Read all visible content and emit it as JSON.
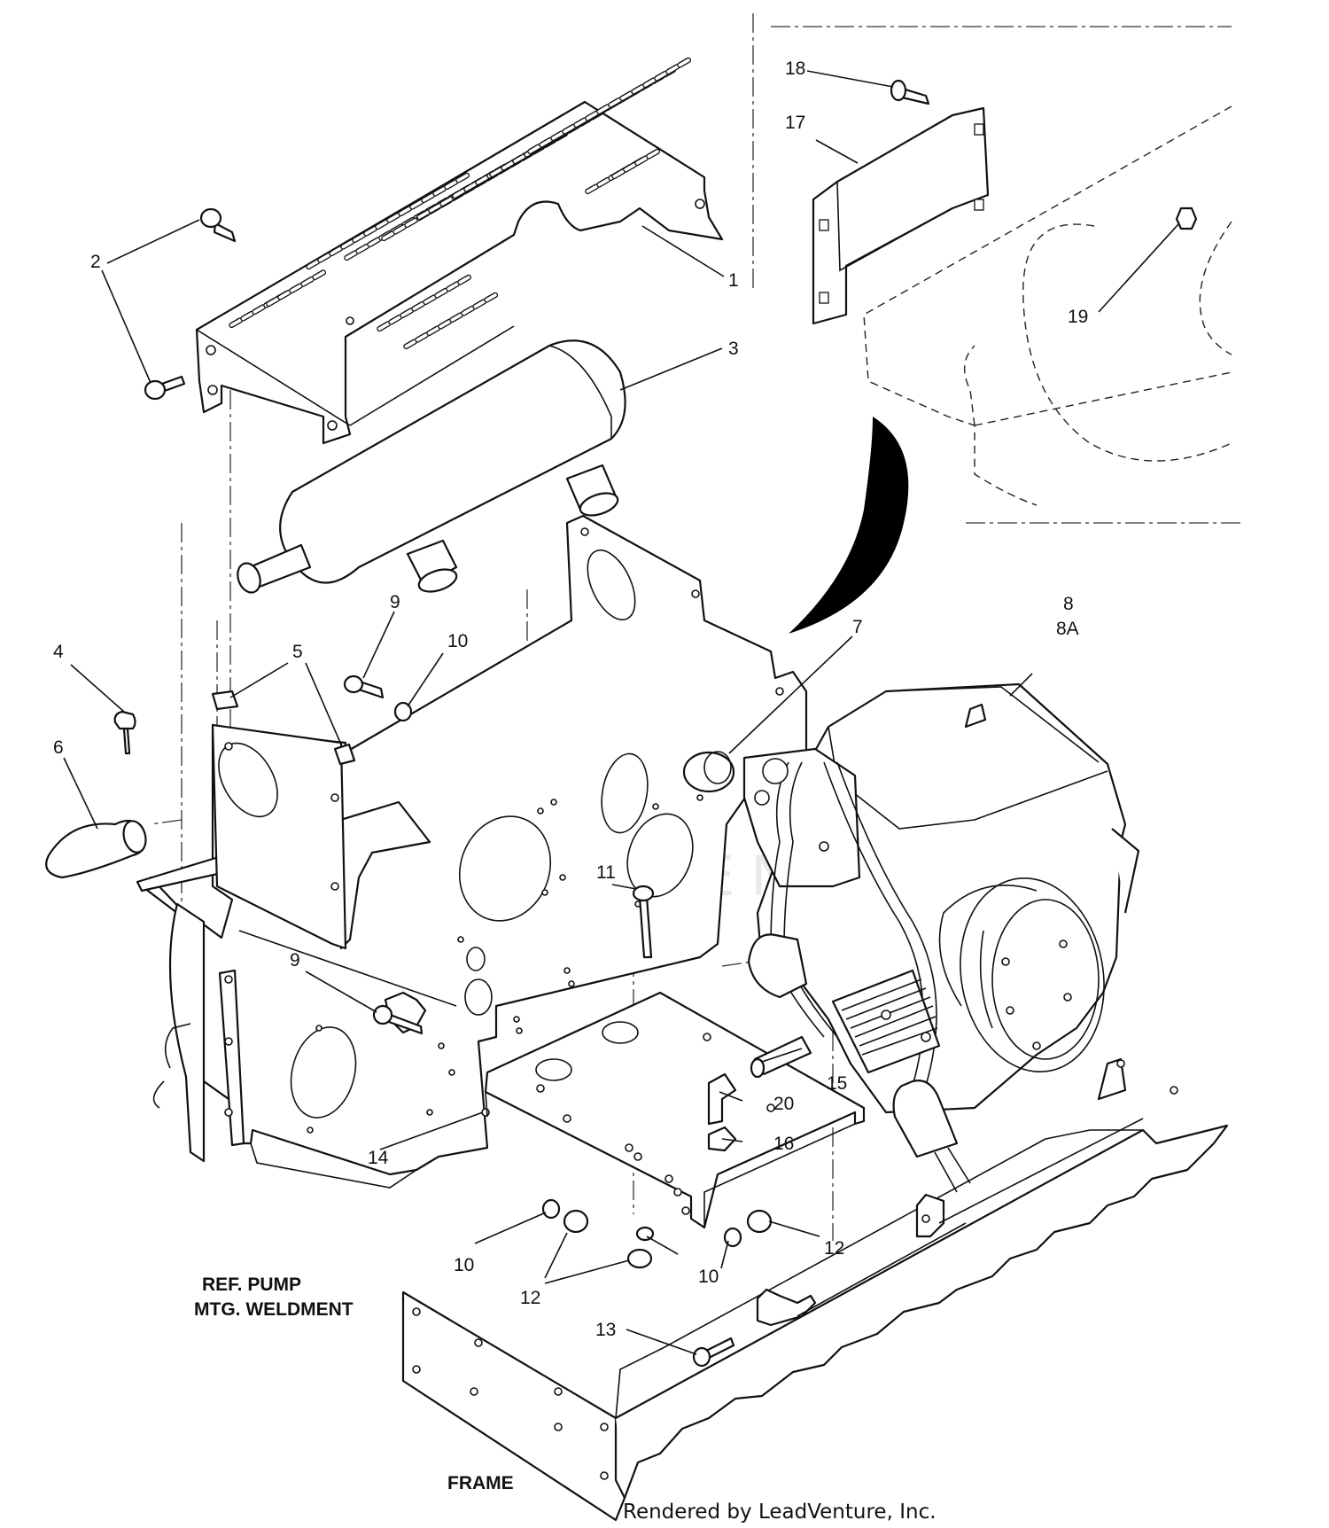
{
  "diagram": {
    "callouts": [
      {
        "id": "1",
        "text": "1"
      },
      {
        "id": "2",
        "text": "2"
      },
      {
        "id": "3",
        "text": "3"
      },
      {
        "id": "4",
        "text": "4"
      },
      {
        "id": "5",
        "text": "5"
      },
      {
        "id": "6",
        "text": "6"
      },
      {
        "id": "7",
        "text": "7"
      },
      {
        "id": "8",
        "text": "8"
      },
      {
        "id": "8A",
        "text": "8A"
      },
      {
        "id": "9a",
        "text": "9"
      },
      {
        "id": "9b",
        "text": "9"
      },
      {
        "id": "10a",
        "text": "10"
      },
      {
        "id": "10b",
        "text": "10"
      },
      {
        "id": "10c",
        "text": "10"
      },
      {
        "id": "11",
        "text": "11"
      },
      {
        "id": "12a",
        "text": "12"
      },
      {
        "id": "12b",
        "text": "12"
      },
      {
        "id": "13",
        "text": "13"
      },
      {
        "id": "14",
        "text": "14"
      },
      {
        "id": "15",
        "text": "15"
      },
      {
        "id": "16",
        "text": "16"
      },
      {
        "id": "17",
        "text": "17"
      },
      {
        "id": "18",
        "text": "18"
      },
      {
        "id": "19",
        "text": "19"
      },
      {
        "id": "20",
        "text": "20"
      }
    ],
    "labels": {
      "pump_line1": "REF. PUMP",
      "pump_line2": "MTG. WELDMENT",
      "frame": "FRAME"
    },
    "watermark": "LEADVENTURE",
    "credit": "Rendered by LeadVenture, Inc.",
    "colors": {
      "ink": "#111111",
      "paper": "#ffffff",
      "watermark": "#d8d8d8"
    }
  }
}
